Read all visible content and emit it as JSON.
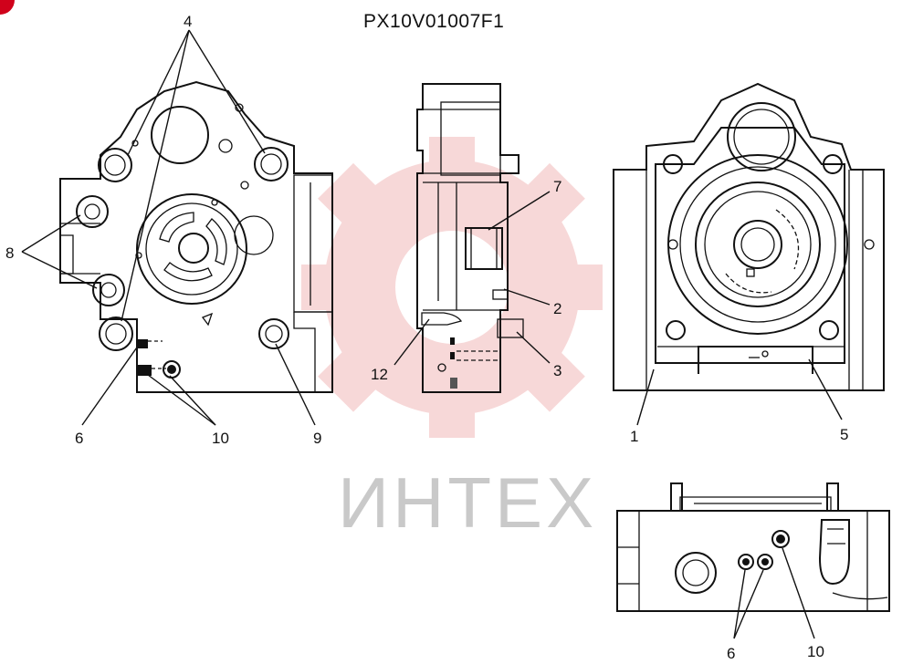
{
  "title": "PX10V01007F1",
  "watermark": {
    "text": "ИНТЕХ",
    "color": "#f2b9b9"
  },
  "callouts": {
    "c4": "4",
    "c8": "8",
    "c6_left": "6",
    "c10_left": "10",
    "c9": "9",
    "c7": "7",
    "c2": "2",
    "c12": "12",
    "c3": "3",
    "c1": "1",
    "c5": "5",
    "c6_bottom": "6",
    "c10_bottom": "10"
  },
  "corner_marker": {
    "color": "#d0021b"
  }
}
